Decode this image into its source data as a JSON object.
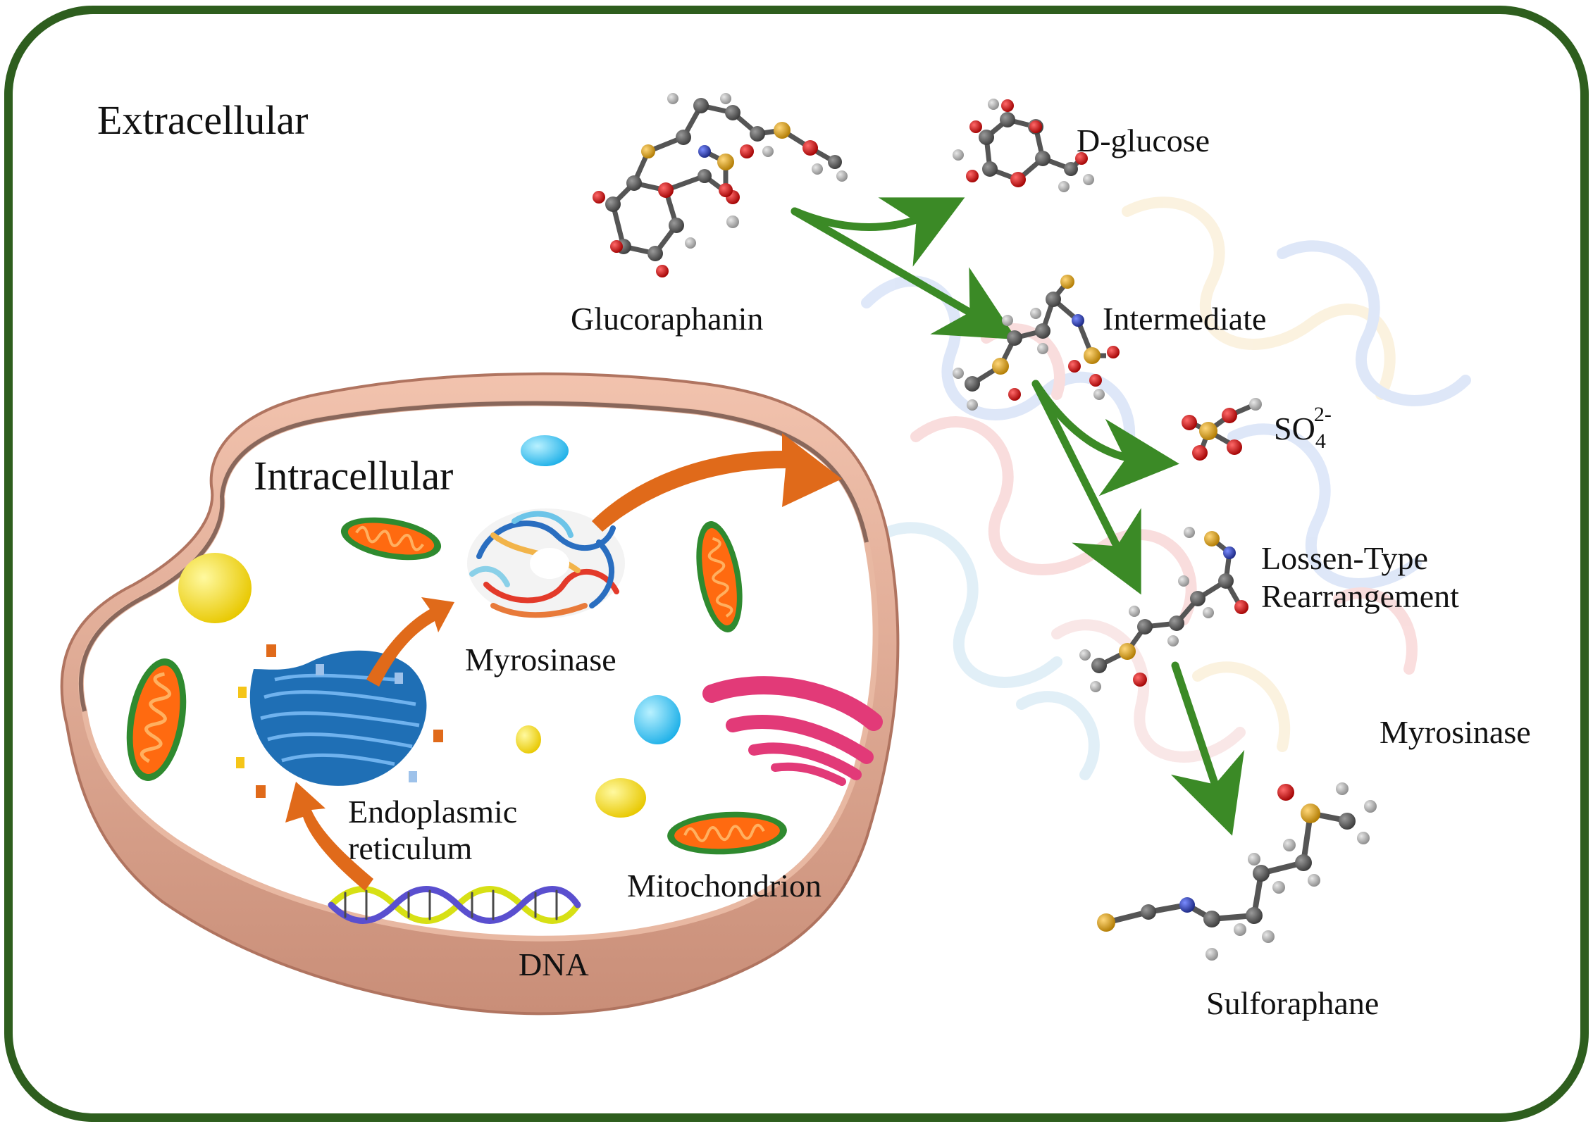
{
  "regions": {
    "extracellular": "Extracellular",
    "intracellular": "Intracellular"
  },
  "molecules": {
    "glucoraphanin": "Glucoraphanin",
    "d_glucose": "D-glucose",
    "intermediate": "Intermediate",
    "sulfate": {
      "base": "SO",
      "subscript": "4",
      "superscript": "2-"
    },
    "lossen_line1": "Lossen-Type",
    "lossen_line2": "Rearrangement",
    "sulforaphane": "Sulforaphane"
  },
  "enzyme_label": "Myrosinase",
  "organelles": {
    "myrosinase": "Myrosinase",
    "er_line1": "Endoplasmic",
    "er_line2": "reticulum",
    "mitochondrion": "Mitochondrion",
    "dna": "DNA"
  },
  "colors": {
    "frame": "#2e5e1e",
    "reaction_arrow": "#3b8a26",
    "synthesis_arrow": "#e06a1a",
    "cell_membrane": "#e0a48c",
    "er": "#1f6fb5",
    "mito_outer": "#2f8a2f",
    "mito_inner": "#ff6a10",
    "golgi": "#e23a78",
    "vesicle_yellow": "#f7e21a",
    "vesicle_blue": "#3ec6f0",
    "atom_carbon": "#555555",
    "atom_hydrogen": "#aaaaaa",
    "atom_oxygen": "#c81414",
    "atom_sulfur": "#d49a12",
    "atom_nitrogen": "#2a3aa0"
  }
}
